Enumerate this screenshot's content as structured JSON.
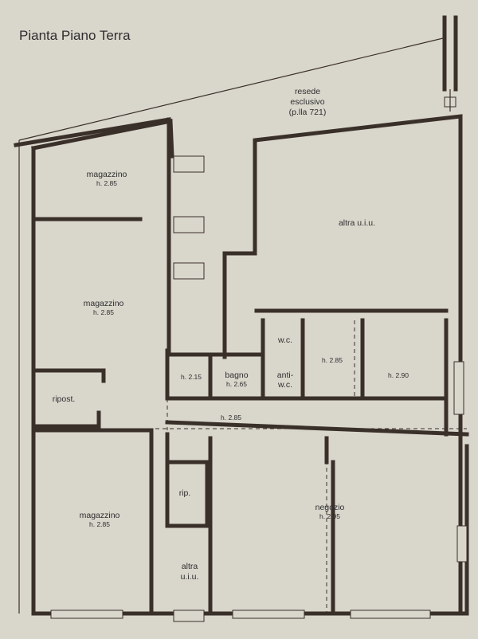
{
  "title": "Pianta Piano Terra",
  "resede": {
    "line1": "resede",
    "line2": "esclusivo",
    "line3": "(p.lla 721)"
  },
  "rooms": {
    "magazzino_top": {
      "name": "magazzino",
      "height": "h. 2.85"
    },
    "magazzino_mid": {
      "name": "magazzino",
      "height": "h. 2.85"
    },
    "magazzino_bottom": {
      "name": "magazzino",
      "height": "h. 2.85"
    },
    "altra_uiu_top": {
      "name": "altra u.i.u."
    },
    "altra_uiu_bottom": {
      "line1": "altra",
      "line2": "u.i.u."
    },
    "ripost": {
      "name": "ripost."
    },
    "wc": {
      "name": "w.c."
    },
    "anti_wc": {
      "line1": "anti-",
      "line2": "w.c."
    },
    "small_h215": {
      "height": "h. 2.15"
    },
    "bagno": {
      "name": "bagno",
      "height": "h. 2.65"
    },
    "room_285": {
      "height": "h. 2.85"
    },
    "room_290": {
      "height": "h. 2.90"
    },
    "corridor": {
      "height": "h. 2.85"
    },
    "rip": {
      "name": "rip."
    },
    "negozio": {
      "name": "negozio",
      "height": "h. 2.95"
    }
  },
  "colors": {
    "paper": "#d9d6cc",
    "ink": "#3a302a"
  }
}
